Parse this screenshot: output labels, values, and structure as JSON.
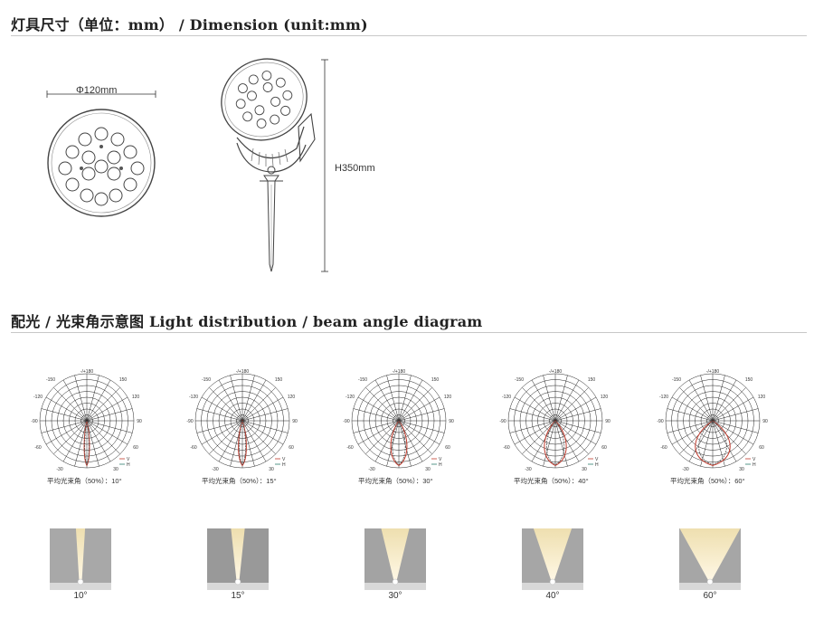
{
  "dimension_section": {
    "title": "灯具尺寸（单位：mm） / Dimension (unit:mm)",
    "diameter_label": "Φ120mm",
    "height_label": "H350mm"
  },
  "light_section": {
    "title": "配光 / 光束角示意图  Light distribution / beam angle diagram"
  },
  "polar_ticks": {
    "top": "-/+180",
    "upper_left": "-150",
    "upper_right": "150",
    "left_upper": "-120",
    "right_upper": "120",
    "left": "-90",
    "right": "90",
    "left_lower": "-60",
    "right_lower": "60",
    "bottom_left": "-30",
    "bottom_right": "30",
    "legend_v": "V",
    "legend_h": "H"
  },
  "colors": {
    "curve_v": "#c0392b",
    "curve_h": "#555555",
    "grid": "#222222"
  },
  "beams": [
    {
      "caption": "平均光束角（50%）：10°",
      "label": "10°",
      "angle": 10
    },
    {
      "caption": "平均光束角（50%）：15°",
      "label": "15°",
      "angle": 15
    },
    {
      "caption": "平均光束角（50%）：30°",
      "label": "30°",
      "angle": 30
    },
    {
      "caption": "平均光束角（50%）：40°",
      "label": "40°",
      "angle": 40
    },
    {
      "caption": "平均光束角（50%）：60°",
      "label": "60°",
      "angle": 60
    }
  ]
}
